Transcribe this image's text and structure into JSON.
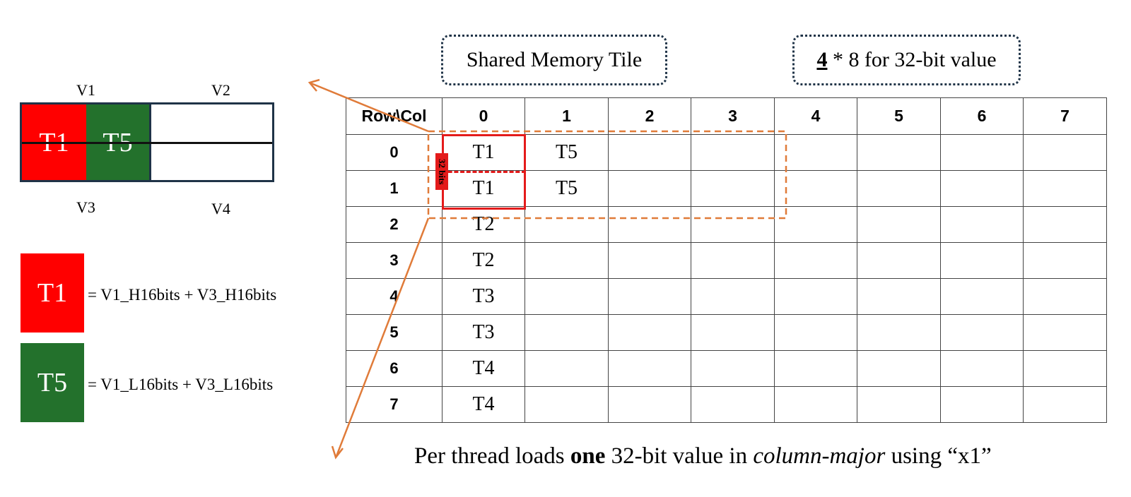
{
  "callouts": {
    "tile_title": "Shared Memory Tile",
    "dims_bold": "4",
    "dims_rest": " * 8 for 32-bit value"
  },
  "register": {
    "v1": "V1",
    "v2": "V2",
    "v3": "V3",
    "v4": "V4",
    "cell_t1": "T1",
    "cell_t5": "T5"
  },
  "legend": [
    {
      "swatch": "T1",
      "color": "#ff0000",
      "text": "= V1_H16bits + V3_H16bits"
    },
    {
      "swatch": "T5",
      "color": "#23712c",
      "text": "= V1_L16bits + V3_L16bits"
    }
  ],
  "table": {
    "corner": "Row\\Col",
    "columns": [
      "0",
      "1",
      "2",
      "3",
      "4",
      "5",
      "6",
      "7"
    ],
    "rows": [
      {
        "label": "0",
        "cells": [
          "T1",
          "T5",
          "",
          "",
          "",
          "",
          "",
          ""
        ]
      },
      {
        "label": "1",
        "cells": [
          "T1",
          "T5",
          "",
          "",
          "",
          "",
          "",
          ""
        ]
      },
      {
        "label": "2",
        "cells": [
          "T2",
          "",
          "",
          "",
          "",
          "",
          "",
          ""
        ]
      },
      {
        "label": "3",
        "cells": [
          "T2",
          "",
          "",
          "",
          "",
          "",
          "",
          ""
        ]
      },
      {
        "label": "4",
        "cells": [
          "T3",
          "",
          "",
          "",
          "",
          "",
          "",
          ""
        ]
      },
      {
        "label": "5",
        "cells": [
          "T3",
          "",
          "",
          "",
          "",
          "",
          "",
          ""
        ]
      },
      {
        "label": "6",
        "cells": [
          "T4",
          "",
          "",
          "",
          "",
          "",
          "",
          ""
        ]
      },
      {
        "label": "7",
        "cells": [
          "T4",
          "",
          "",
          "",
          "",
          "",
          "",
          ""
        ]
      }
    ]
  },
  "bits_tag": "32 bits",
  "caption": {
    "part1": "Per thread loads ",
    "bold": "one",
    "part2": " 32-bit value in ",
    "italic": "column-major",
    "part3": " using “x1”"
  },
  "colors": {
    "t1_red": "#ff0000",
    "t5_green": "#23712c",
    "arrow_orange": "#e07b39",
    "highlight_red": "#e41b1b"
  }
}
